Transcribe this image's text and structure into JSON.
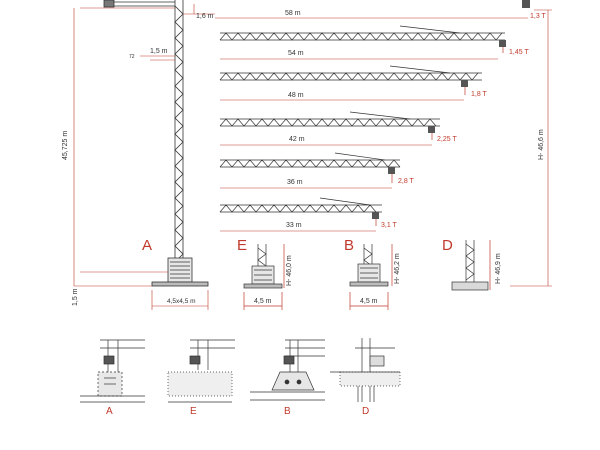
{
  "mast": {
    "total_height": "45,725 m",
    "base_height": "1,5 m",
    "top_offset": "1,6 m",
    "mid_label": "1,5 m",
    "mid_small": "72",
    "foot_width": "4,5x4,5 m"
  },
  "jibs": [
    {
      "length": "58 m",
      "load": "1,3 T"
    },
    {
      "length": "54 m",
      "load": "1,45 T"
    },
    {
      "length": "48 m",
      "load": "1,8 T"
    },
    {
      "length": "42 m",
      "load": "2,25 T"
    },
    {
      "length": "36 m",
      "load": "2,8 T"
    },
    {
      "length": "33 m",
      "load": "3,1 T"
    }
  ],
  "right_height": "H- 46,6 m",
  "bases": [
    {
      "letter": "A"
    },
    {
      "letter": "E",
      "height": "H- 46,0 m",
      "width": "4,5 m"
    },
    {
      "letter": "B",
      "height": "H- 46,2 m",
      "width": "4,5 m"
    },
    {
      "letter": "D",
      "height": "H- 46,9 m"
    }
  ],
  "details": [
    "A",
    "E",
    "B",
    "D"
  ],
  "colors": {
    "dimension_red": "#c0392b",
    "line": "#333333"
  }
}
